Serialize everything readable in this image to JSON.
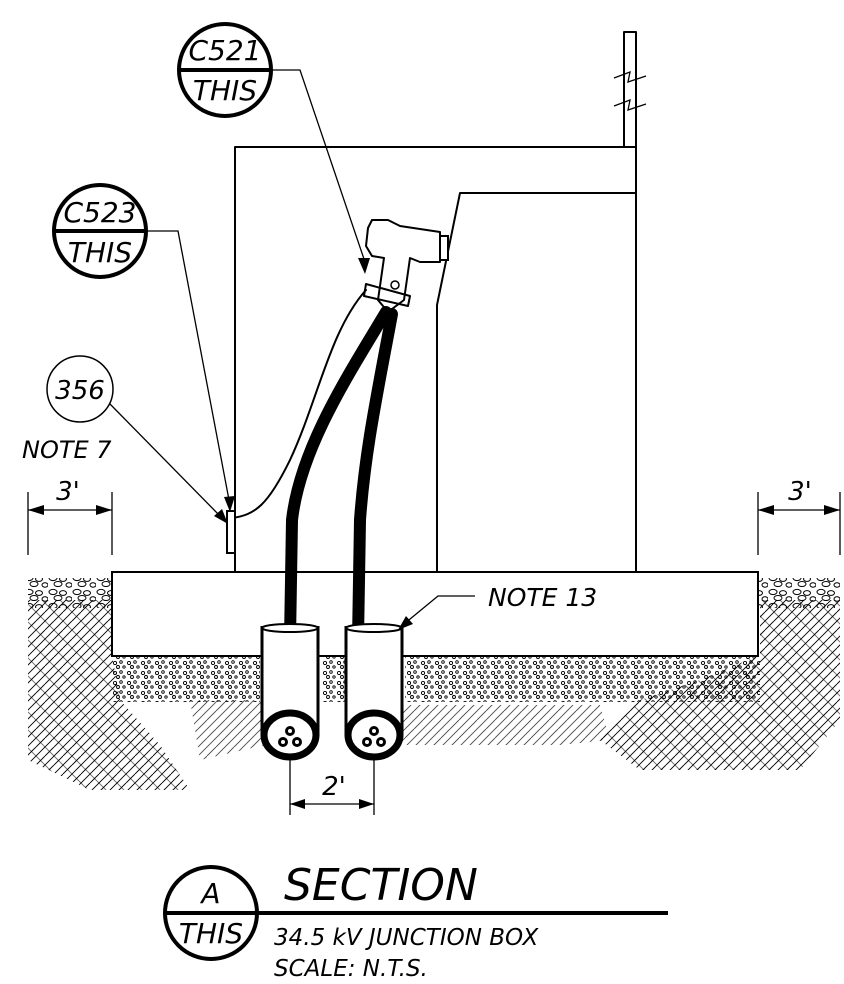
{
  "callouts": {
    "top_detail": {
      "number": "C521",
      "sheet": "THIS"
    },
    "left_detail": {
      "number": "C523",
      "sheet": "THIS"
    },
    "item": {
      "number": "356"
    }
  },
  "notes": {
    "note_7": "NOTE 7",
    "note_13": "NOTE 13"
  },
  "dimensions": {
    "left_offset": "3'",
    "right_offset": "3'",
    "conduit_spacing": "2'"
  },
  "title_block": {
    "section_letter": "A",
    "section_sheet": "THIS",
    "title": "SECTION",
    "subtitle": "34.5 kV JUNCTION BOX",
    "scale": "SCALE: N.T.S."
  }
}
